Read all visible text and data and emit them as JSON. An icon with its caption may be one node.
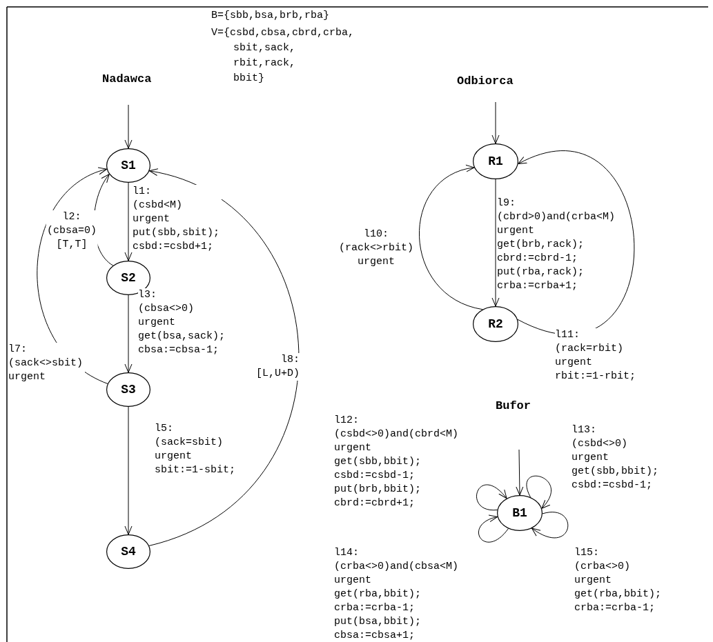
{
  "diagram": {
    "nodes": [
      {
        "text": [
          "S1"
        ]
      },
      {
        "text": [
          "S2"
        ]
      },
      {
        "text": [
          "S3"
        ]
      },
      {
        "text": [
          "S4"
        ]
      },
      {
        "text": [
          "R1"
        ]
      },
      {
        "text": [
          "R2"
        ]
      },
      {
        "text": [
          "B1"
        ]
      }
    ],
    "edges": [
      {
        "from": null,
        "to": 0,
        "arrow": "to"
      },
      {
        "from": 0,
        "to": 1,
        "arrow": "to",
        "label": "l1: (csbd<M) urgent put(sbb,sbit); csbd:=csbd+1;"
      },
      {
        "from": 1,
        "to": 0,
        "arrow": "to",
        "label": "l2: (cbsa=0) [T,T]"
      },
      {
        "from": 1,
        "to": 2,
        "arrow": "to",
        "label": "l3: (cbsa<>0) urgent get(bsa,sack); cbsa:=cbsa-1;"
      },
      {
        "from": 2,
        "to": 0,
        "arrow": "to",
        "label": "l7: (sack<>sbit) urgent"
      },
      {
        "from": 2,
        "to": 3,
        "arrow": "to",
        "label": "l5: (sack=sbit) urgent sbit:=1-sbit;"
      },
      {
        "from": 3,
        "to": 0,
        "arrow": "to",
        "label": "l8: [L,U+D)"
      },
      {
        "from": null,
        "to": 4,
        "arrow": "to"
      },
      {
        "from": 4,
        "to": 5,
        "arrow": "to",
        "label": "l9: (cbrd>0)and(crba<M) urgent get(brb,rack); cbrd:=cbrd-1; put(rba,rack); crba:=crba+1;"
      },
      {
        "from": 5,
        "to": 4,
        "arrow": "to",
        "label": "l10: (rack<>rbit) urgent"
      },
      {
        "from": 5,
        "to": 4,
        "arrow": "to",
        "label": "l11: (rack=rbit) urgent rbit:=1-rbit;"
      },
      {
        "from": null,
        "to": 6,
        "arrow": "to"
      },
      {
        "from": 6,
        "to": 6,
        "arrow": "to",
        "label": "l12: (csbd<>0)and(cbrd<M) urgent get(sbb,bbit); csbd:=csbd-1; put(brb,bbit); cbrd:=cbrd+1;"
      },
      {
        "from": 6,
        "to": 6,
        "arrow": "to",
        "label": "l13: (csbd<>0) urgent get(sbb,bbit); csbd:=csbd-1;"
      },
      {
        "from": 6,
        "to": 6,
        "arrow": "to",
        "label": "l14: (crba<>0)and(cbsa<M) urgent get(rba,bbit); crba:=crba-1; put(bsa,bbit); cbsa:=cbsa+1;"
      },
      {
        "from": 6,
        "to": 6,
        "arrow": "to",
        "label": "l15: (crba<>0) urgent get(rba,bbit); crba:=crba-1;"
      }
    ],
    "labels": [
      "B={sbb,bsa,brb,rba}",
      "V={csbd,cbsa,cbrd,crba, sbit,sack, rbit,rack, bbit}",
      "Nadawca",
      "Odbiorca",
      "Bufor"
    ]
  }
}
